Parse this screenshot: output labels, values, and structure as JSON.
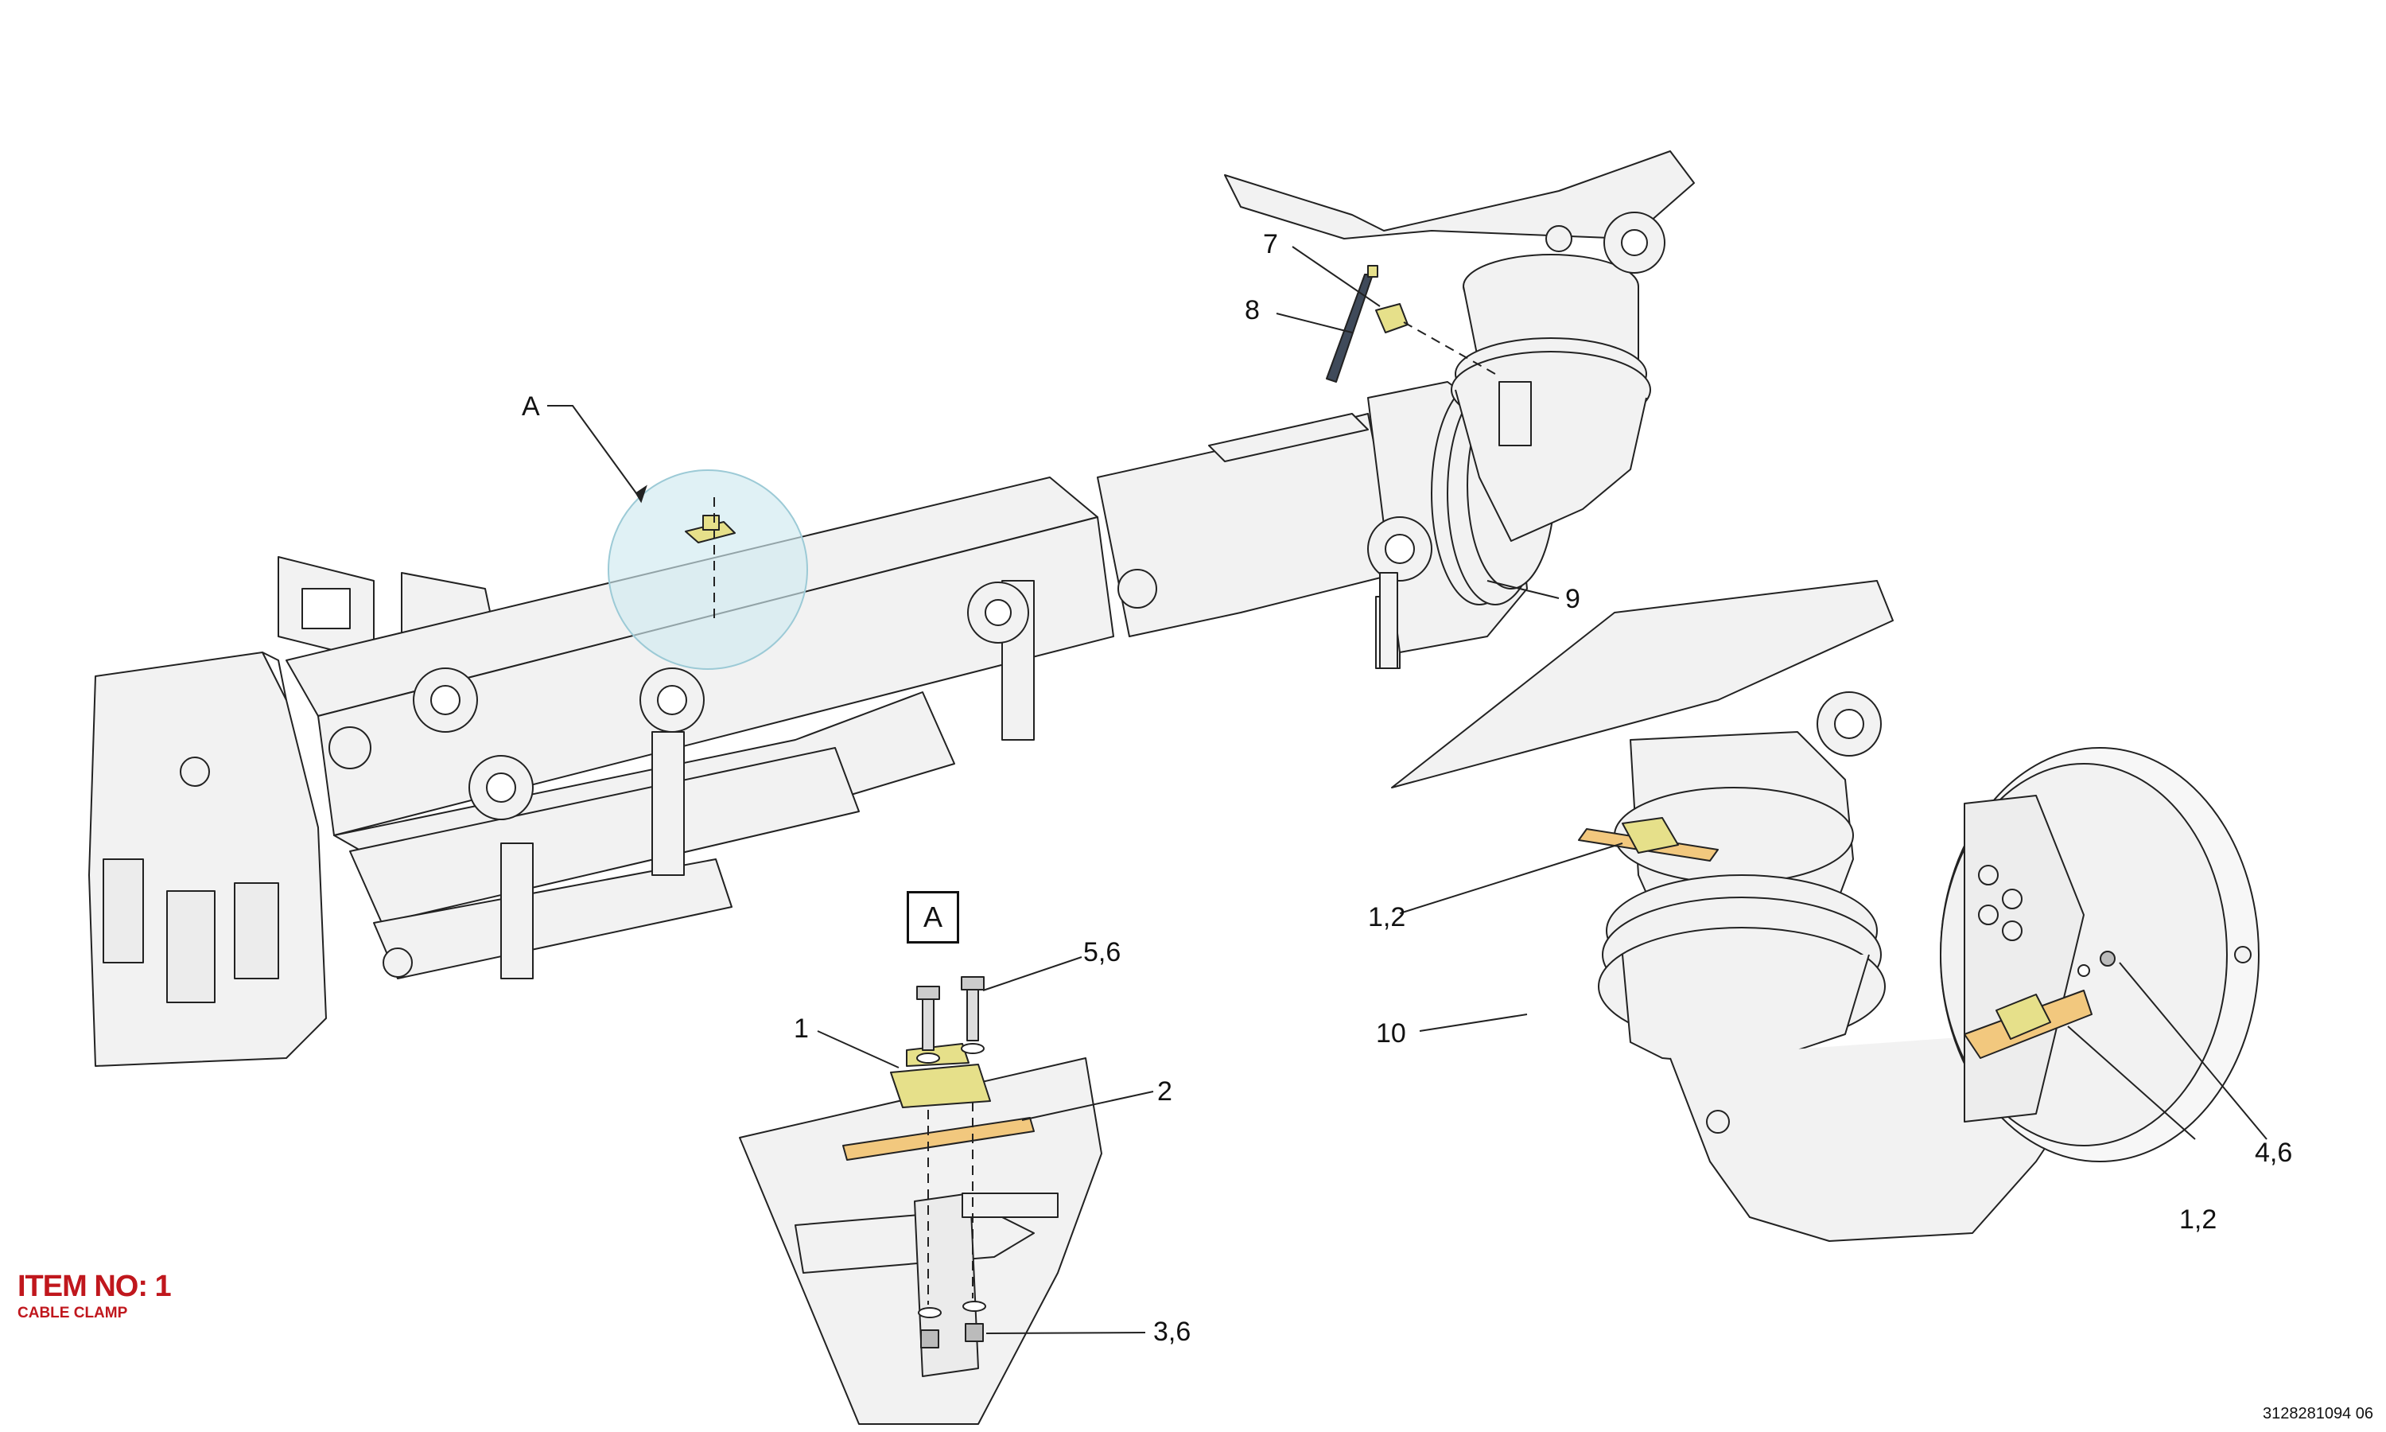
{
  "colors": {
    "line": "#222222",
    "fill": "#f2f2f2",
    "part_green": "#e6e08a",
    "part_yellow": "#f2c87e",
    "highlight": "#cfe9ef",
    "item_red": "#c0171d"
  },
  "callouts": {
    "c7": "7",
    "c8": "8",
    "c9": "9",
    "c10": "10",
    "cA": "A",
    "c12_left": "1,2",
    "c12_right": "1,2",
    "c46": "4,6",
    "c56": "5,6",
    "c1": "1",
    "c2": "2",
    "c36": "3,6"
  },
  "detail_label": "A",
  "item": {
    "number": "ITEM NO: 1",
    "description": "CABLE CLAMP"
  },
  "document_id": "3128281094 06"
}
